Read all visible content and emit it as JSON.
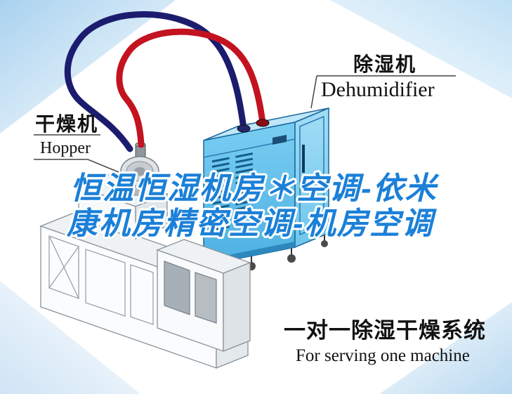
{
  "illustration": {
    "dehumidifier_label": {
      "cn": "除湿机",
      "en": "Dehumidifier"
    },
    "hopper_label": {
      "cn": "干燥机",
      "en": "Hopper"
    },
    "caption": {
      "cn": "一对一除湿干燥系统",
      "en": "For serving one machine"
    },
    "watermark": {
      "line1": "恒温恒湿机房＊空调-依米",
      "line2": "康机房精密空调-机房空调"
    }
  },
  "colors": {
    "watermark_blue": "#1b80d8",
    "pipe_red": "#c41320",
    "pipe_navy": "#1c1c6e",
    "dehumidifier_blue": "#58bde9",
    "background_tint": "#a9d2ef",
    "text_black": "#111111"
  }
}
